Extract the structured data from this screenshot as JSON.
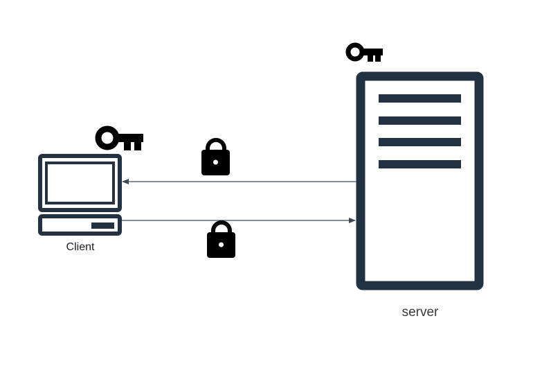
{
  "client": {
    "label": "Client",
    "icon": "laptop-icon"
  },
  "server": {
    "label": "server",
    "icon": "server-icon"
  },
  "keys": [
    {
      "icon": "key-icon",
      "owner": "server"
    },
    {
      "icon": "key-icon",
      "owner": "client"
    }
  ],
  "connections": [
    {
      "from": "server",
      "to": "client",
      "icon": "padlock-icon"
    },
    {
      "from": "client",
      "to": "server",
      "icon": "padlock-icon"
    }
  ],
  "colors": {
    "device": "#233242",
    "icon": "#000000",
    "arrow": "#3c4a56"
  }
}
